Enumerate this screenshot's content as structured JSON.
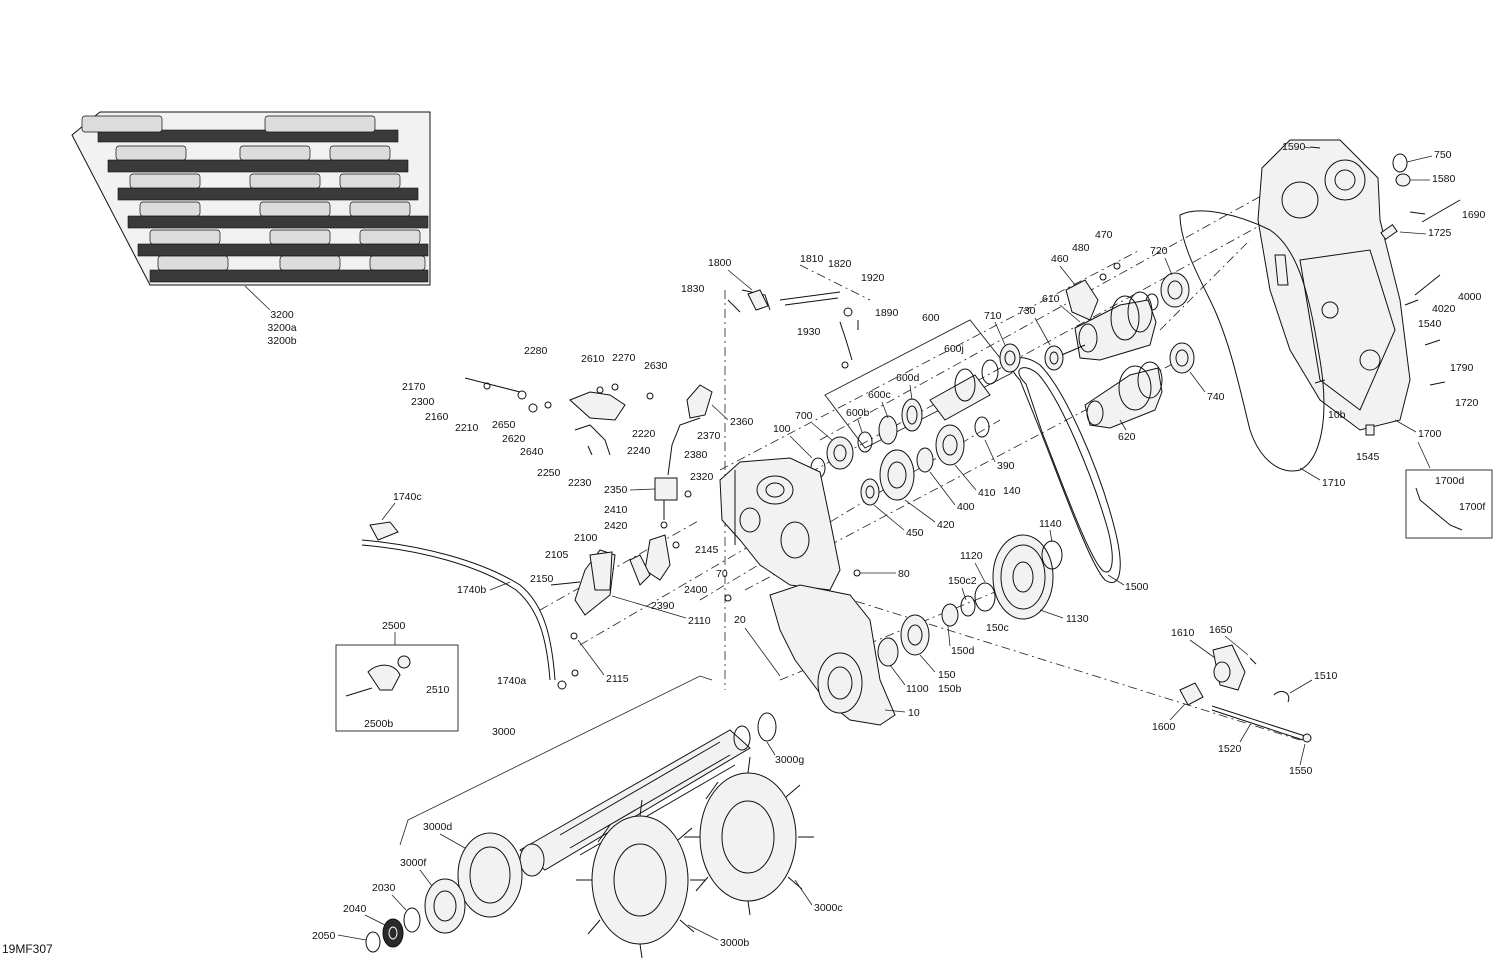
{
  "diagram_code": "19MF307",
  "labels": {
    "l3200": "3200",
    "l3200a": "3200a",
    "l3200b": "3200b",
    "l1590": "1590",
    "l750": "750",
    "l1580": "1580",
    "l1690": "1690",
    "l1725": "1725",
    "l470": "470",
    "l480": "480",
    "l460": "460",
    "l720": "720",
    "l4000": "4000",
    "l4020": "4020",
    "l1540": "1540",
    "l1790": "1790",
    "l1720": "1720",
    "l10b": "10b",
    "l1545": "1545",
    "l1700": "1700",
    "l1710": "1710",
    "l1700d": "1700d",
    "l1700f": "1700f",
    "l1800": "1800",
    "l1810": "1810",
    "l1820": "1820",
    "l1830": "1830",
    "l1920": "1920",
    "l1890": "1890",
    "l1930": "1930",
    "l600": "600",
    "l710": "710",
    "l730": "730",
    "l610": "610",
    "l600j": "600j",
    "l600d": "600d",
    "l600c": "600c",
    "l600b": "600b",
    "l700": "700",
    "l100": "100",
    "l740": "740",
    "l620": "620",
    "l390": "390",
    "l140": "140",
    "l410": "410",
    "l400": "400",
    "l420": "420",
    "l450": "450",
    "l2280": "2280",
    "l2610": "2610",
    "l2270": "2270",
    "l2630": "2630",
    "l2170": "2170",
    "l2300": "2300",
    "l2160": "2160",
    "l2210": "2210",
    "l2650": "2650",
    "l2620": "2620",
    "l2640": "2640",
    "l2220": "2220",
    "l2240": "2240",
    "l2250": "2250",
    "l2230": "2230",
    "l2360": "2360",
    "l2370": "2370",
    "l2380": "2380",
    "l2320": "2320",
    "l2350": "2350",
    "l2410": "2410",
    "l2420": "2420",
    "l2145": "2145",
    "l2100": "2100",
    "l2105": "2105",
    "l2150": "2150",
    "l2390": "2390",
    "l2400": "2400",
    "l2110": "2110",
    "l2115": "2115",
    "l1740c": "1740c",
    "l1740b": "1740b",
    "l1740a": "1740a",
    "l2500": "2500",
    "l2510": "2510",
    "l2500b": "2500b",
    "l70": "70",
    "l20": "20",
    "l80": "80",
    "l1140": "1140",
    "l1120": "1120",
    "l1500": "1500",
    "l150c2": "150c2",
    "l150c": "150c",
    "l1130": "1130",
    "l150d": "150d",
    "l150": "150",
    "l150b": "150b",
    "l1100": "1100",
    "l10": "10",
    "l1610": "1610",
    "l1650": "1650",
    "l1510": "1510",
    "l1600": "1600",
    "l1520": "1520",
    "l1550": "1550",
    "l3000": "3000",
    "l3000g": "3000g",
    "l3000d": "3000d",
    "l3000f": "3000f",
    "l2030": "2030",
    "l2040": "2040",
    "l2050": "2050",
    "l3000b": "3000b",
    "l3000c": "3000c"
  },
  "icons": {
    "track": "track-belt-icon",
    "housing": "transmission-housing-icon",
    "cover": "transmission-cover-icon",
    "shaft": "drive-shaft-icon",
    "sprocket": "drive-sprocket-icon",
    "belt": "drive-belt-icon",
    "gear": "gear-icon"
  }
}
